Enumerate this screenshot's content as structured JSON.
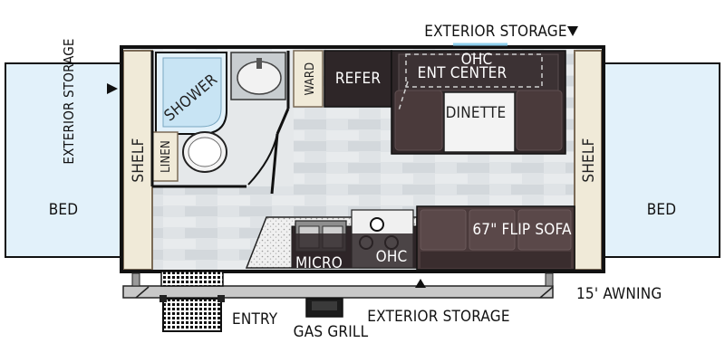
{
  "labels": {
    "exterior_storage_top": "EXTERIOR STORAGE",
    "exterior_storage_left": "EXTERIOR STORAGE",
    "exterior_storage_bottom": "EXTERIOR STORAGE",
    "ohc_top": "OHC",
    "ent_center": "ENT CENTER",
    "refer": "REFER",
    "ward": "WARD",
    "shower": "SHOWER",
    "linen": "LINEN",
    "dinette": "DINETTE",
    "shelf_left": "SHELF",
    "shelf_right": "SHELF",
    "bed_left": "BED",
    "bed_right": "BED",
    "flip_sofa": "67\" FLIP SOFA",
    "micro": "MICRO",
    "ohc_bottom": "OHC",
    "awning": "15' AWNING",
    "entry": "ENTRY",
    "gas_grill": "GAS GRILL"
  },
  "colors": {
    "bed_fill": "#e2f1fa",
    "floor": "#d9dde0",
    "dark_cabinet": "#2e2628",
    "sofa": "#4a3a3b",
    "shelf": "#f0ead8",
    "wall": "#111111"
  }
}
